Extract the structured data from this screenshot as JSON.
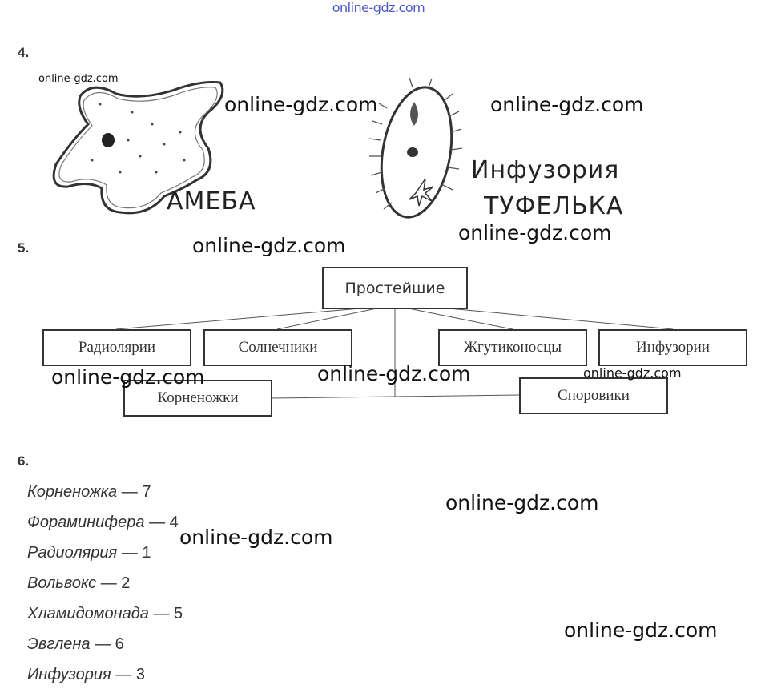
{
  "header": {
    "site": "online-gdz.com"
  },
  "watermark": "online-gdz.com",
  "task4": {
    "number": "4.",
    "amoeba_label": "АМЕБА",
    "paramecium_label_line1": "Инфузория",
    "paramecium_label_line2": "ТУФЕЛЬКА"
  },
  "task5": {
    "number": "5.",
    "root": "Простейшие",
    "nodes": [
      "Радиолярии",
      "Солнечники",
      "Жгутиконосцы",
      "Инфузории",
      "Корненожки",
      "Споровики"
    ]
  },
  "task6": {
    "number": "6.",
    "items": [
      {
        "name": "Корненожка",
        "num": "7"
      },
      {
        "name": "Фораминифера",
        "num": "4"
      },
      {
        "name": "Радиолярия",
        "num": "1"
      },
      {
        "name": "Вольвокс",
        "num": "2"
      },
      {
        "name": "Хламидомонада",
        "num": "5"
      },
      {
        "name": "Эвглена",
        "num": "6"
      },
      {
        "name": "Инфузория",
        "num": "3"
      }
    ]
  }
}
